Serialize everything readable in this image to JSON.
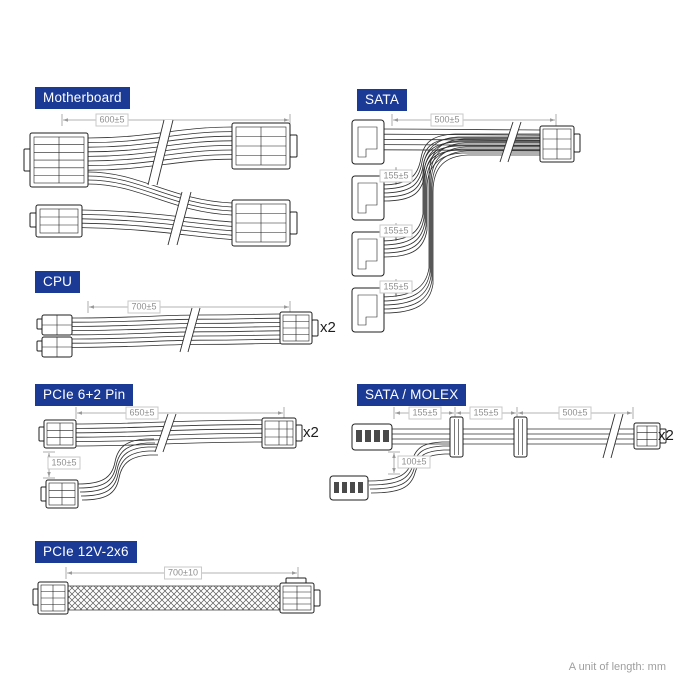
{
  "colors": {
    "accent": "#1b3a96",
    "dim_text": "#8f8f8f",
    "line_art": "#2f2f2f",
    "note_text": "#9e9e9e"
  },
  "footer": {
    "note": "A unit of length: mm"
  },
  "sections": {
    "motherboard": {
      "label": "Motherboard",
      "dims": {
        "length": "600±5"
      }
    },
    "sata": {
      "label": "SATA",
      "dims": {
        "length": "500±5",
        "gap1": "155±5",
        "gap2": "155±5",
        "gap3": "155±5"
      }
    },
    "cpu": {
      "label": "CPU",
      "dims": {
        "length": "700±5"
      },
      "qty": "x2"
    },
    "pcie_6_2": {
      "label": "PCIe 6+2 Pin",
      "dims": {
        "length": "650±5",
        "branch": "150±5"
      },
      "qty": "x2"
    },
    "sata_molex": {
      "label": "SATA / MOLEX",
      "dims": {
        "seg1": "155±5",
        "seg2": "155±5",
        "seg3": "500±5",
        "branch": "100±5"
      },
      "qty": "x2"
    },
    "pcie_12v_2x6": {
      "label": "PCIe 12V-2x6",
      "dims": {
        "length": "700±10"
      }
    }
  }
}
